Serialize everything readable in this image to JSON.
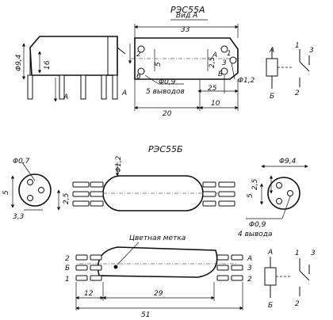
{
  "section_a": {
    "title": "РЭС55А",
    "view_label": "Вид А",
    "view_letter": "А",
    "leads_note": "5 выводов",
    "dims": {
      "d9_4": "Φ9,4",
      "d16": "16",
      "d33": "33",
      "d5": "5",
      "d2_5": "2,5",
      "d0_9": "Φ0,9",
      "d25": "25",
      "d1_2": "Φ1,2",
      "d20": "20",
      "d10": "10"
    },
    "pins": {
      "p1": "1",
      "p2": "2",
      "p3": "3",
      "p6": "6",
      "pa": "А",
      "pb": "Б"
    },
    "schematic": {
      "coil_top": "А",
      "coil_bottom": "Б",
      "c1": "1",
      "c2": "2",
      "c3": "3"
    }
  },
  "section_b": {
    "title": "РЭС55Б",
    "leads_note": "4 вывода",
    "color_mark": "Цветная метка",
    "dims": {
      "d0_7": "Φ0,7",
      "d5": "5",
      "d2_5": "2,5",
      "d3_3": "3,3",
      "d1_2": "Φ1,2",
      "d9_4": "Φ9,4",
      "d0_9": "Φ0,9",
      "d12": "12",
      "d29": "29",
      "d51": "51"
    },
    "bottom_pins": {
      "l1": "2",
      "l2": "Б",
      "l3": "1",
      "r1": "А",
      "r2": "3",
      "r3": "2"
    },
    "schematic": {
      "coil_top": "А",
      "coil_bottom": "Б",
      "c1": "1",
      "c2": "2",
      "c3": "3"
    }
  }
}
